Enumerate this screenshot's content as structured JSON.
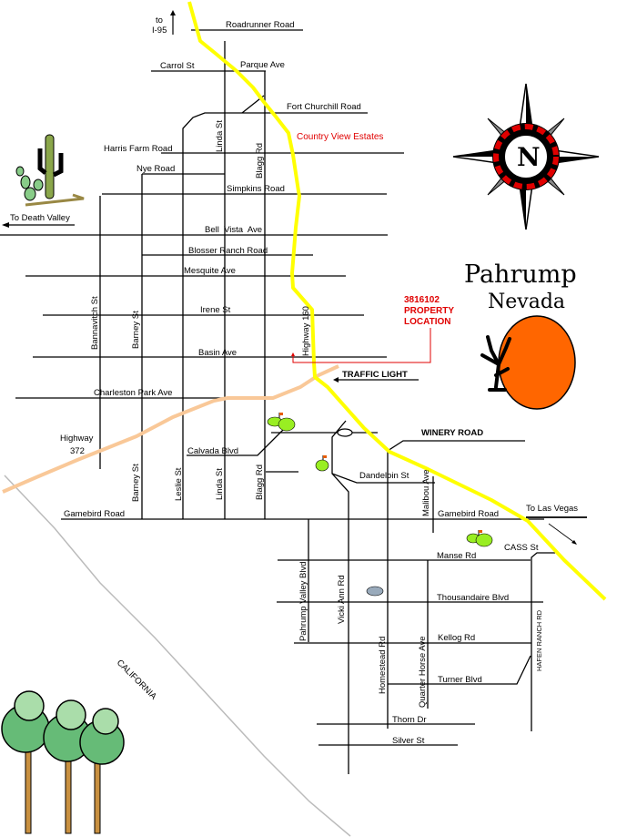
{
  "title": {
    "line1": "Pahrump",
    "line2": "Nevada"
  },
  "compass": {
    "letter": "N"
  },
  "highways": {
    "hwy160": "Highway 160",
    "hwy372_line1": "Highway",
    "hwy372_line2": "372",
    "to_i95_line1": "to",
    "to_i95_line2": "I-95",
    "to_death_valley": "To Death Valley",
    "to_las_vegas": "To Las Vegas",
    "california": "CALIFORNIA"
  },
  "markers": {
    "country_view": "Country View Estates",
    "property_id": "3816102",
    "property_line1": "PROPERTY",
    "property_line2": "LOCATION",
    "traffic_light": "TRAFFIC LIGHT",
    "winery_road": "WINERY ROAD"
  },
  "streets": {
    "roadrunner": "Roadrunner Road",
    "carrol": "Carrol St",
    "parque": "Parque Ave",
    "fort_churchill": "Fort Churchill Road",
    "harris_farm": "Harris Farm Road",
    "nye": "Nye Road",
    "simpkins": "Simpkins Road",
    "bell_vista": "Bell  Vista  Ave",
    "blosser": "Blosser Ranch Road",
    "mesquite": "Mesquite Ave",
    "irene": "Irene St",
    "basin": "Basin Ave",
    "charleston": "Charleston Park Ave",
    "calvada": "Calvada Blvd",
    "dandelion": "Dandeloin St",
    "gamebird_w": "Gamebird Road",
    "gamebird_e": "Gamebird Road",
    "cass": "CASS St",
    "manse": "Manse Rd",
    "thousandaire": "Thousandaire Blvd",
    "kellog": "Kellog Rd",
    "turner": "Turner Blvd",
    "thorn": "Thorn Dr",
    "silver": "Silver St",
    "linda_n": "Linda St",
    "blagg_n": "Blagg Rd",
    "bannavitch": "Bannavitch St",
    "barney_n": "Barney St",
    "barney_s": "Barney St",
    "leslie": "Leslie St",
    "linda_s": "Linda St",
    "blagg_s": "Blagg Rd",
    "malibou": "Malibou Ave",
    "pahrump_valley": "Pahrump Valley Blvd",
    "vicki_ann": "Vicki Ann Rd",
    "homestead": "Homestead Rd",
    "quarter_horse": "Quarter Horse Ave",
    "hafen_ranch": "HAFEN RANCH RD"
  },
  "colors": {
    "highway160": "#ffff00",
    "highway372": "#f9c898",
    "sun": "#ff6600",
    "golf": "#99ee22",
    "property": "#e00000",
    "state_line": "#bbbbbb"
  }
}
